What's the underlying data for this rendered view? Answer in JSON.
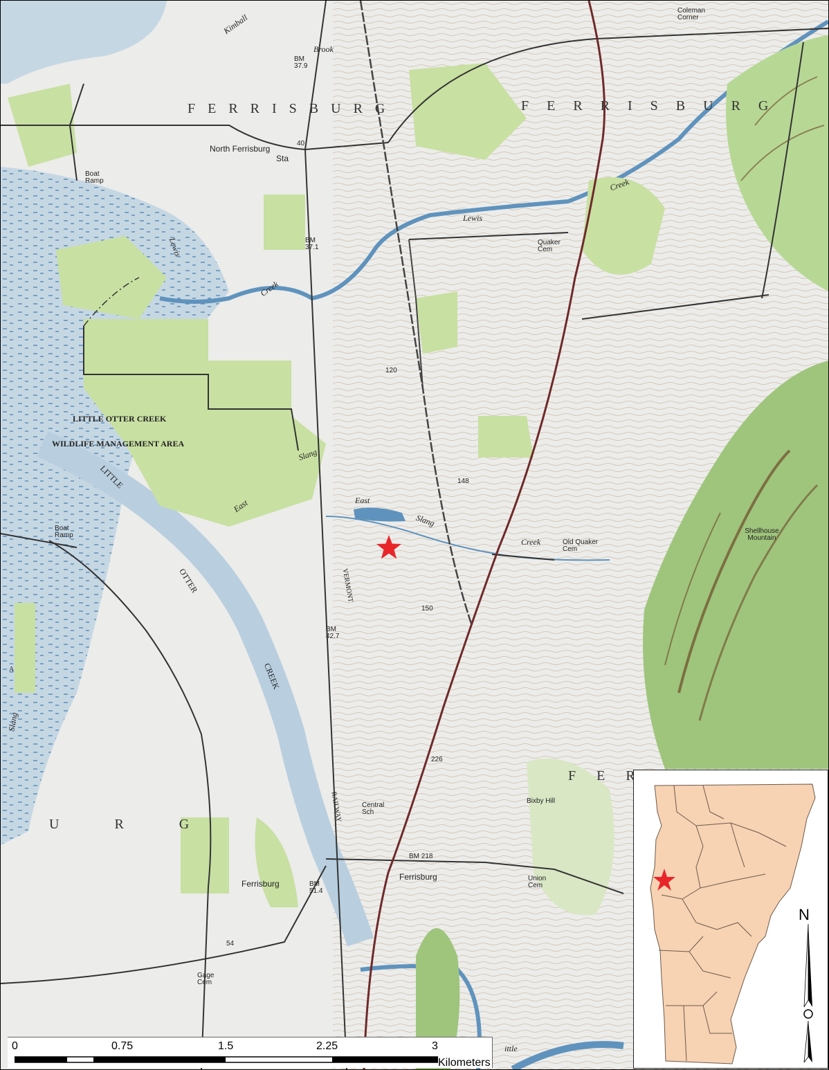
{
  "colors": {
    "water": "#c6d7e4",
    "forest": "#c8e0a2",
    "dense_forest": "#88b466",
    "contour": "#a48a6a",
    "road": "#333333",
    "highway": "#6e2a2a",
    "star": "#e8262a",
    "state_fill": "#f7d2b3",
    "county_line": "#6b5a4a"
  },
  "map": {
    "labels": {
      "ferrisburg_town_w": "FERRISBURG",
      "ferrisburg_town_e": "FERRISBURG",
      "ferrisburg_town_se": "FERRISBURG",
      "urg_fragment": "URG",
      "north_ferrisburg": "North Ferrisburg",
      "north_ferrisburg_sta": "Sta",
      "boat_ramp_n": "Boat Ramp",
      "boat_ramp_w": "Boat Ramp",
      "kimball": "Kimball",
      "brook": "Brook",
      "lewis_w1": "Lewis",
      "lewis_w2": "Creek",
      "lewis_e1": "Lewis",
      "lewis_e2": "Creek",
      "quaker_cem": "Quaker Cem",
      "coleman_corner": "Coleman Corner",
      "lowc_1": "LITTLE OTTER CREEK",
      "lowc_2": "WILDLIFE MANAGEMENT AREA",
      "little": "LITTLE",
      "otter": "OTTER",
      "creek": "CREEK",
      "east_slang_w1": "East",
      "east_slang_w2": "Slang",
      "east_slang_e1": "East",
      "east_slang_e2": "Slang",
      "east_slang_e3": "Creek",
      "old_quaker_cem": "Old Quaker Cem",
      "shellhouse_mountain": "Shellhouse Mountain",
      "vermont": "VERMONT",
      "railway": "RAILWAY",
      "central_sch": "Central Sch",
      "ferrisburg_village": "Ferrisburg",
      "ferrisburg_village_2": "Ferrisburg",
      "bm_218": "BM 218",
      "bm_51": "BM 51.4",
      "bm_42": "BM 42.7",
      "bm_37": "BM 37.1",
      "bm_379": "BM 37.9",
      "union_cem": "Union Cem",
      "gage_cem": "Gage Cem",
      "bixby_hill": "Bixby Hill",
      "slang_w": "Slang",
      "letter_a": "A",
      "ittle": "ittle",
      "elev_226": "226",
      "elev_148": "148",
      "elev_150": "150",
      "elev_40": "40",
      "elev_54": "54",
      "elev_120": "120"
    }
  },
  "scale_bar": {
    "ticks": [
      "0",
      "0.75",
      "1.5",
      "2.25",
      "3"
    ],
    "units": "Kilometers"
  },
  "inset": {
    "north_label": "N"
  }
}
